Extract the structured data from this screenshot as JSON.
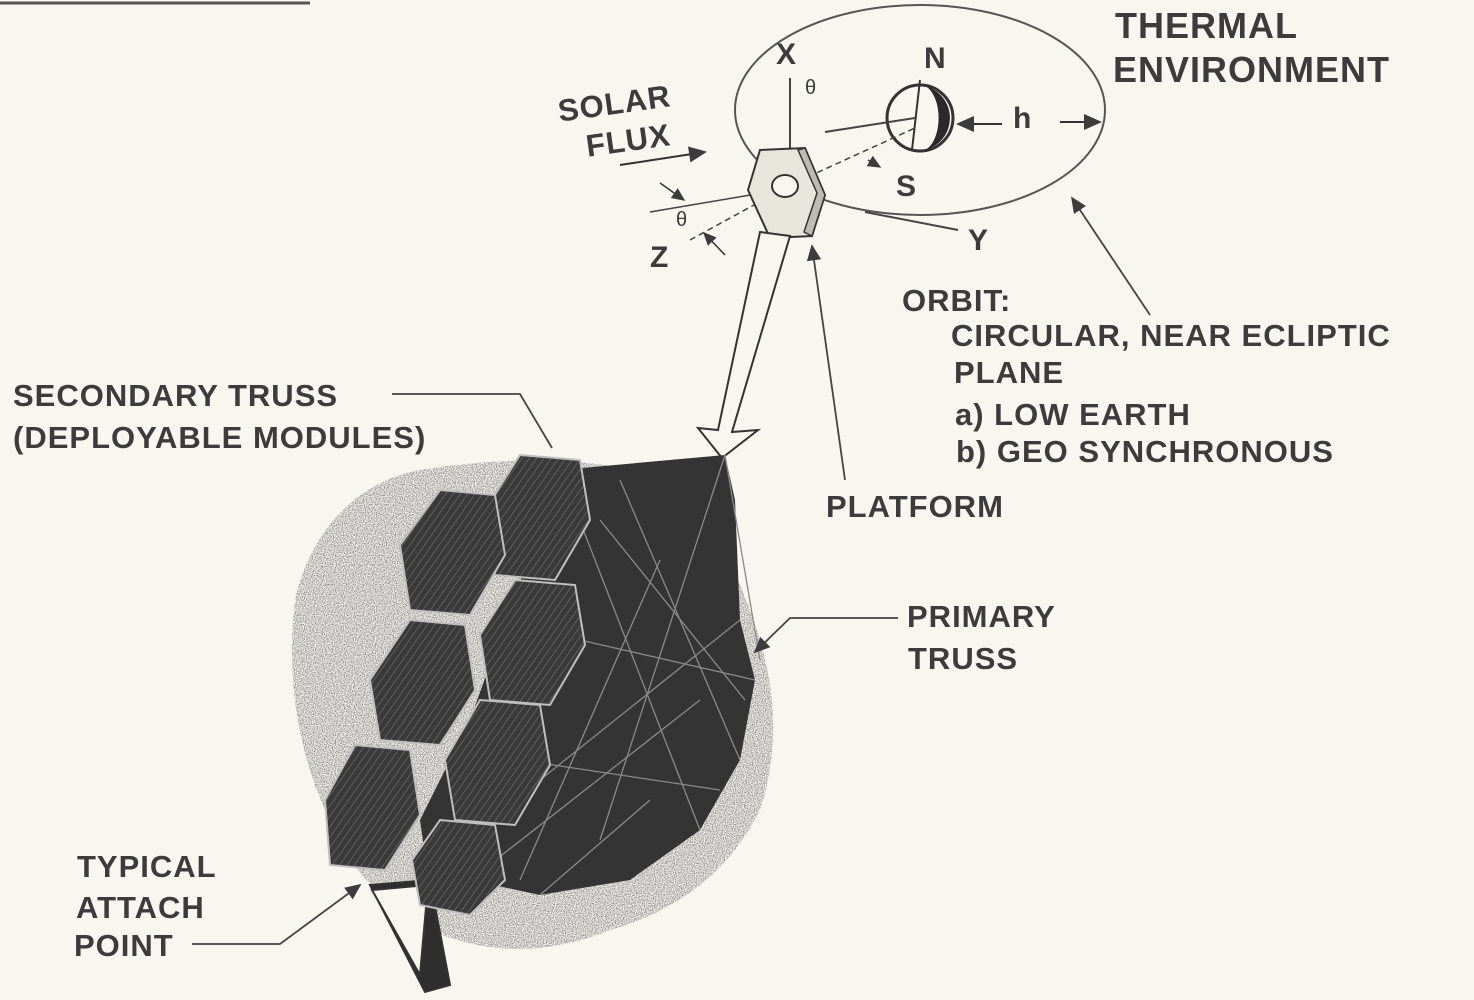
{
  "thermal": {
    "line1": "THERMAL",
    "line2": "ENVIRONMENT"
  },
  "axes": {
    "x": "X",
    "y": "Y",
    "z": "Z",
    "north": "N",
    "south": "S",
    "h": "h",
    "theta_top": "θ",
    "theta_bottom": "θ"
  },
  "solar_flux": {
    "line1": "SOLAR",
    "line2": "FLUX"
  },
  "orbit": {
    "heading": "ORBIT:",
    "line1": "CIRCULAR, NEAR ECLIPTIC",
    "line2": "PLANE",
    "option_a": "a) LOW EARTH",
    "option_b": "b) GEO SYNCHRONOUS"
  },
  "platform": "PLATFORM",
  "secondary_truss": {
    "line1": "SECONDARY TRUSS",
    "line2": "(DEPLOYABLE MODULES)"
  },
  "primary_truss": {
    "line1": "PRIMARY",
    "line2": "TRUSS"
  },
  "attach_point": {
    "line1": "TYPICAL",
    "line2": "ATTACH",
    "line3": "POINT"
  },
  "colors": {
    "ink": "#3c3c3c",
    "paper": "#f7f6ef",
    "structure": "#2e2e2e"
  }
}
